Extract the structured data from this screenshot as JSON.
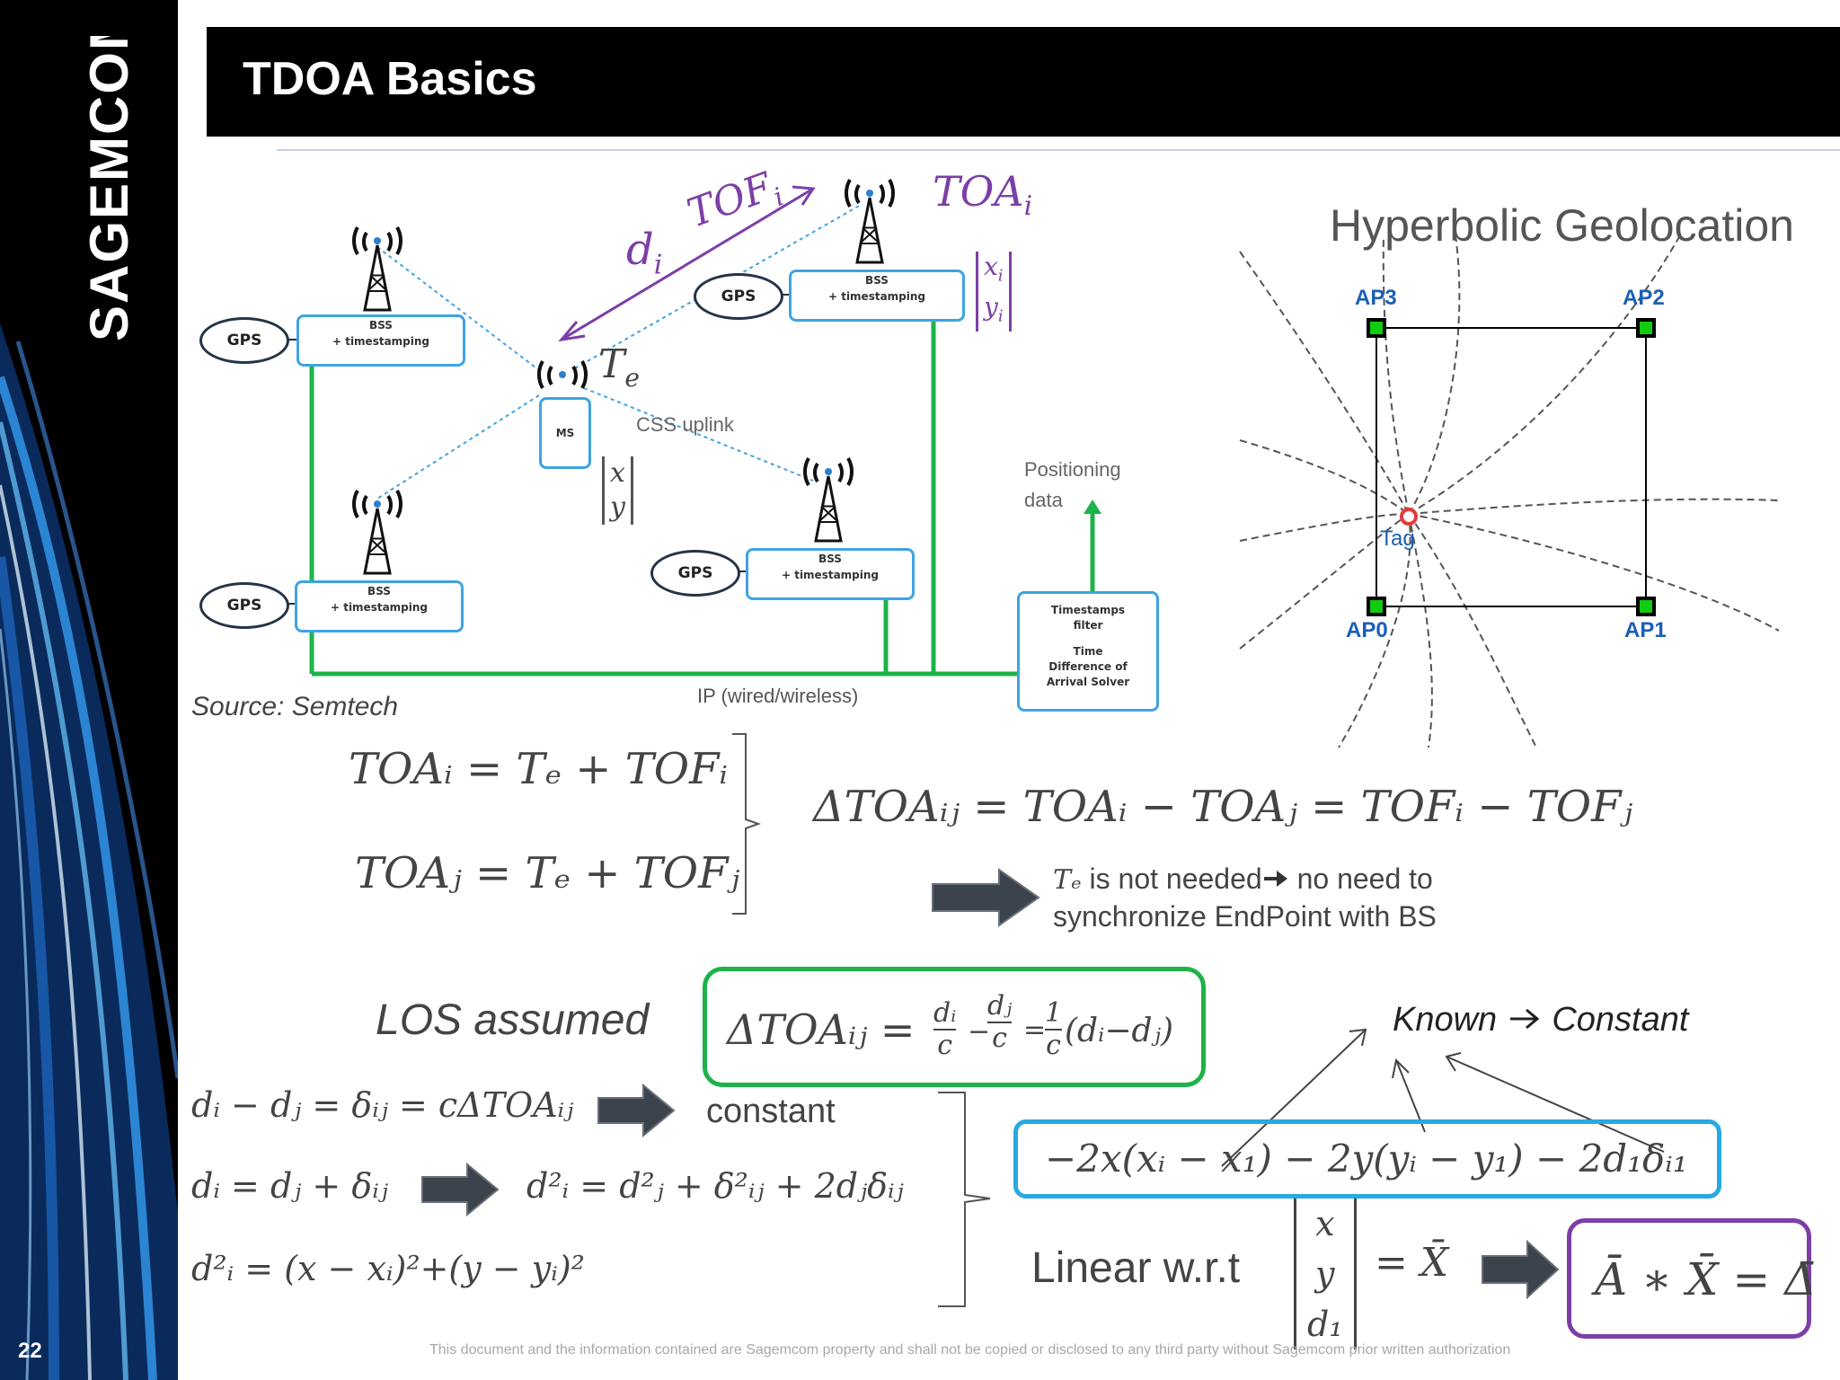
{
  "slide": {
    "title": "TDOA Basics",
    "page_number": "22",
    "logo_text": "SAGEMCOM",
    "footer": "This document and the information contained are Sagemcom property and shall not be copied or disclosed to any third party without Sagemcom prior written authorization"
  },
  "network": {
    "bss_line1": "BSS",
    "bss_line2": "+ timestamping",
    "gps_label": "GPS",
    "ms_label": "MS",
    "tof_label": "TOF",
    "tof_sub": "i",
    "d_label": "d",
    "d_sub": "i",
    "toa_label": "TOA",
    "toa_sub": "i",
    "te_label": "T",
    "te_sub": "e",
    "xi_label": "x",
    "xi_sub": "i",
    "yi_label": "y",
    "yi_sub": "i",
    "x_label": "x",
    "y_label": "y",
    "uplink_label": "CSS uplink",
    "ip_label": "IP (wired/wireless)",
    "positioning_line1": "Positioning",
    "positioning_line2": "data",
    "solver_line1": "Timestamps",
    "solver_line2": "filter",
    "solver_line3": "Time",
    "solver_line4": "Difference of",
    "solver_line5": "Arrival Solver",
    "source": "Source: Semtech"
  },
  "hyperbolic": {
    "title": "Hyperbolic Geolocation",
    "ap3": "AP3",
    "ap2": "AP2",
    "ap0": "AP0",
    "ap1": "AP1",
    "tag": "Tag"
  },
  "equations": {
    "toa_i": "TOAᵢ = Tₑ + TOFᵢ",
    "toa_j": "TOAⱼ = Tₑ + TOFⱼ",
    "delta_toa": "ΔTOAᵢⱼ = TOAᵢ − TOAⱼ = TOFᵢ − TOFⱼ",
    "te_symbol": "Tₑ",
    "te_note_1": " is not needed",
    "te_note_2": " no need to",
    "te_note_3": "synchronize EndPoint with BS",
    "los": "LOS assumed",
    "delta_lhs": "ΔTOAᵢⱼ =",
    "frac_di_num": "dᵢ",
    "frac_c": "c",
    "frac_dj_num": "dⱼ",
    "frac_one": "1",
    "delta_tail": "(dᵢ−dⱼ)",
    "known": "Known",
    "constant_word": "Constant",
    "eq_delta_ij": "dᵢ − dⱼ = δᵢⱼ = cΔTOAᵢⱼ",
    "constant": "constant",
    "eq_di": "dᵢ = dⱼ + δᵢⱼ",
    "eq_d2": "d²ᵢ = d²ⱼ + δ²ᵢⱼ + 2dⱼδᵢⱼ",
    "eq_dist": "d²ᵢ = (x − xᵢ)²+(y − yᵢ)²",
    "linear_row": "−2x(xᵢ − x₁) − 2y(yᵢ − y₁) − 2d₁δᵢ₁",
    "linear_wrt": "Linear w.r.t",
    "vec_x": "x",
    "vec_y": "y",
    "vec_d1": "d₁",
    "eq_X": "= X̄",
    "final": "Ā ∗ X̄ = Δ̄"
  },
  "colors": {
    "purple": "#7b3fa7",
    "green": "#1db34a",
    "blue_box": "#27a9e1",
    "arrow_fill": "#3b434d"
  }
}
